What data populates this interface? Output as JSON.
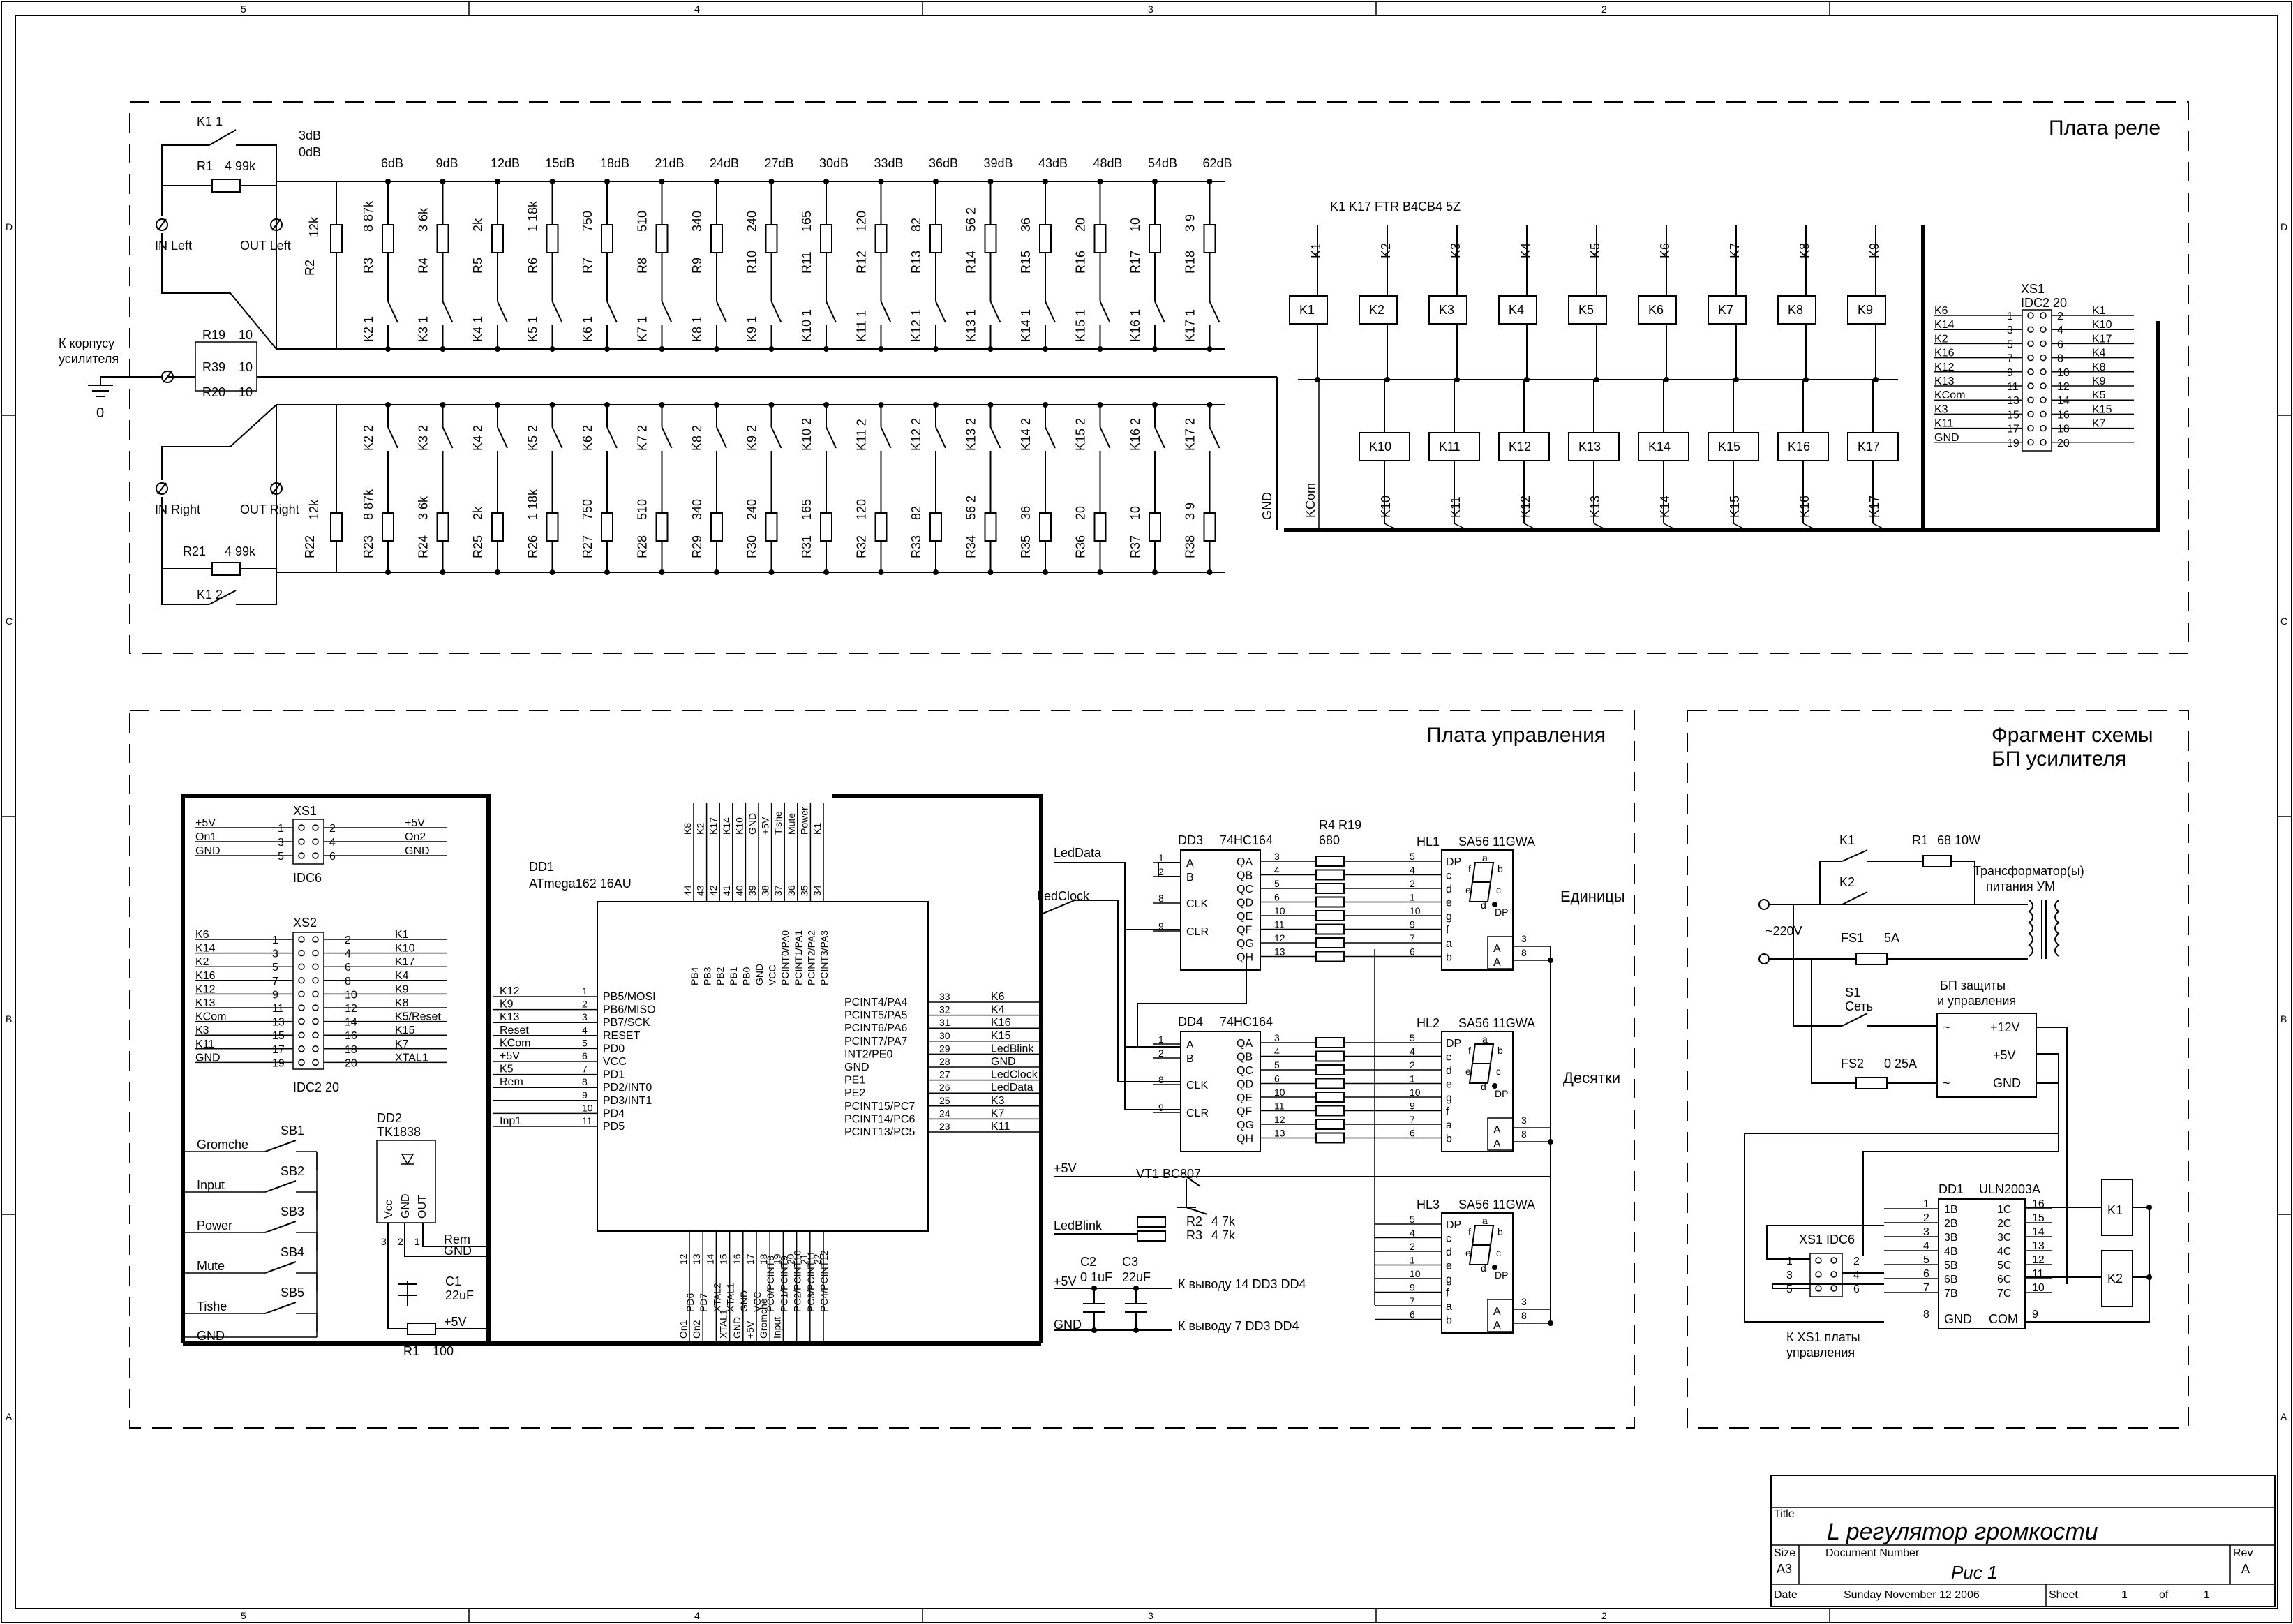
{
  "frame": {
    "zones_top": [
      "5",
      "4",
      "3",
      "2"
    ],
    "zones_bottom": [
      "5",
      "4",
      "3",
      "2"
    ],
    "rows": [
      "D",
      "C",
      "B",
      "A"
    ]
  },
  "sections": {
    "relay_board": "Плата реле",
    "control_board": "Плата управления",
    "psu_fragment_1": "Фрагмент схемы",
    "psu_fragment_2": "БП усилителя"
  },
  "relay": {
    "top_steps": [
      "6dB",
      "9dB",
      "12dB",
      "15dB",
      "18dB",
      "21dB",
      "24dB",
      "27dB",
      "30dB",
      "33dB",
      "36dB",
      "39dB",
      "43dB",
      "48dB",
      "54dB",
      "62dB"
    ],
    "bypass_top": [
      "3dB",
      "0dB"
    ],
    "left_res_names": [
      "R3",
      "R4",
      "R5",
      "R6",
      "R7",
      "R8",
      "R9",
      "R10",
      "R11",
      "R12",
      "R13",
      "R14",
      "R15",
      "R16",
      "R17",
      "R18"
    ],
    "right_res_names": [
      "R23",
      "R24",
      "R25",
      "R26",
      "R27",
      "R28",
      "R29",
      "R30",
      "R31",
      "R32",
      "R33",
      "R34",
      "R35",
      "R36",
      "R37",
      "R38"
    ],
    "res_values": [
      "8 87k",
      "3 6k",
      "2k",
      "1 18k",
      "750",
      "510",
      "340",
      "240",
      "165",
      "120",
      "82",
      "56 2",
      "36",
      "20",
      "10",
      "3 9"
    ],
    "sw_left": [
      "K2 1",
      "K3 1",
      "K4 1",
      "K5 1",
      "K6 1",
      "K7 1",
      "K8 1",
      "K9 1",
      "K10 1",
      "K11 1",
      "K12 1",
      "K13 1",
      "K14 1",
      "K15 1",
      "K16 1",
      "K17 1"
    ],
    "sw_right": [
      "K2 2",
      "K3 2",
      "K4 2",
      "K5 2",
      "K6 2",
      "K7 2",
      "K8 2",
      "K9 2",
      "K10 2",
      "K11 2",
      "K12 2",
      "K13 2",
      "K14 2",
      "K15 2",
      "K16 2",
      "K17 2"
    ],
    "k11": "K1 1",
    "k12": "K1 2",
    "r1": "R1",
    "r1v": "4 99k",
    "r21": "R21",
    "r21v": "4 99k",
    "r2": "R2",
    "r22": "R22",
    "r2v": "12k",
    "r22v": "12k",
    "in_left": "IN Left",
    "out_left": "OUT Left",
    "in_right": "IN Right",
    "out_right": "OUT Right",
    "r19": "R19",
    "r39": "R39",
    "r20": "R20",
    "r10v": "10",
    "r39v": "10",
    "r20v": "10",
    "chassis_1": "К корпусу",
    "chassis_2": "усилителя",
    "zero": "0",
    "gnd": "GND",
    "kcom": "KCom",
    "relay_type": "K1 K17  FTR B4CB4 5Z",
    "top_relays": [
      "K1",
      "K2",
      "K3",
      "K4",
      "K5",
      "K6",
      "K7",
      "K8",
      "K9"
    ],
    "bot_relays": [
      "K10",
      "K11",
      "K12",
      "K13",
      "K14",
      "K15",
      "K16",
      "K17"
    ],
    "xs1_name": "XS1",
    "xs1_type": "IDC2 20",
    "xs1_left": [
      "K6",
      "K14",
      "K2",
      "K16",
      "K12",
      "K13",
      "KCom",
      "K3",
      "K11",
      "GND"
    ],
    "xs1_right": [
      "K1",
      "K10",
      "K17",
      "K4",
      "K8",
      "K9",
      "K5",
      "K15",
      "K7",
      ""
    ],
    "xs1_odd": [
      "1",
      "3",
      "5",
      "7",
      "9",
      "11",
      "13",
      "15",
      "17",
      "19"
    ],
    "xs1_even": [
      "2",
      "4",
      "6",
      "8",
      "10",
      "12",
      "14",
      "16",
      "18",
      "20"
    ]
  },
  "control": {
    "xs1_name": "XS1",
    "xs1_type": "IDC6",
    "xs1_left": [
      "+5V",
      "On1",
      "GND"
    ],
    "xs1_right": [
      "+5V",
      "On2",
      "GND"
    ],
    "xs1_odd": [
      "1",
      "3",
      "5"
    ],
    "xs1_even": [
      "2",
      "4",
      "6"
    ],
    "xs2_name": "XS2",
    "xs2_type": "IDC2 20",
    "xs2_left": [
      "K6",
      "K14",
      "K2",
      "K16",
      "K12",
      "K13",
      "KCom",
      "K3",
      "K11",
      "GND"
    ],
    "xs2_right": [
      "K1",
      "K10",
      "K17",
      "K4",
      "K9",
      "K8",
      "K5/Reset",
      "K15",
      "K7",
      "XTAL1"
    ],
    "buttons": [
      "SB1",
      "SB2",
      "SB3",
      "SB4",
      "SB5"
    ],
    "button_labels": [
      "Gromche",
      "Input",
      "Power",
      "Mute",
      "Tishe",
      "GND"
    ],
    "dd2": "DD2",
    "dd2_type": "TK1838",
    "dd2_pins": [
      "Vcc",
      "GND",
      "OUT"
    ],
    "dd2_nums": [
      "3",
      "2",
      "1"
    ],
    "rem": "Rem",
    "gnd": "GND",
    "plus5": "+5V",
    "c1": "C1",
    "c1v": "22uF",
    "r1": "R1",
    "r1v": "100",
    "dd1": "DD1",
    "dd1_type": "ATmega162 16AU",
    "left_nets": [
      "K12",
      "K9",
      "K13",
      "Reset",
      "KCom",
      "+5V",
      "K5",
      "Rem",
      "",
      "",
      "Inp1"
    ],
    "left_pins": [
      "PB5/MOSI",
      "PB6/MISO",
      "PB7/SCK",
      "RESET",
      "PD0",
      "VCC",
      "PD1",
      "PD2/INT0",
      "PD3/INT1",
      "PD4",
      "PD5"
    ],
    "left_nums": [
      "1",
      "2",
      "3",
      "4",
      "5",
      "6",
      "7",
      "8",
      "9",
      "10",
      "11"
    ],
    "top_nets": [
      "K8",
      "K2",
      "K17",
      "K14",
      "K10",
      "GND",
      "+5V",
      "Tishe",
      "Mute",
      "Power",
      "K1"
    ],
    "top_pins": [
      "PB4",
      "PB3",
      "PB2",
      "PB1",
      "PB0",
      "GND",
      "VCC",
      "PCINT0/PA0",
      "PCINT1/PA1",
      "PCINT2/PA2",
      "PCINT3/PA3"
    ],
    "top_nums": [
      "44",
      "43",
      "42",
      "41",
      "40",
      "39",
      "38",
      "37",
      "36",
      "35",
      "34"
    ],
    "right_pins": [
      "PCINT4/PA4",
      "PCINT5/PA5",
      "PCINT6/PA6",
      "PCINT7/PA7",
      "INT2/PE0",
      "GND",
      "PE1",
      "PE2",
      "PCINT15/PC7",
      "PCINT14/PC6",
      "PCINT13/PC5"
    ],
    "right_nums": [
      "33",
      "32",
      "31",
      "30",
      "29",
      "28",
      "27",
      "26",
      "25",
      "24",
      "23"
    ],
    "right_nets": [
      "K6",
      "K4",
      "K16",
      "K15",
      "LedBlink",
      "GND",
      "LedClock",
      "LedData",
      "K3",
      "K7",
      "K11"
    ],
    "bottom_pins": [
      "PD6",
      "PD7",
      "XTAL2",
      "XTAL1",
      "GND",
      "VCC",
      "PC0/PCINT8",
      "PC1/PCINT9",
      "PC2/PCINT10",
      "PC3/PCINT11",
      "PC4/PCINT12"
    ],
    "bottom_nums": [
      "12",
      "13",
      "14",
      "15",
      "16",
      "17",
      "18",
      "19",
      "20",
      "21",
      "22"
    ],
    "bottom_nets": [
      "On1",
      "On2",
      "",
      "XTAL1",
      "GND",
      "+5V",
      "Gromche",
      "Input",
      "",
      "",
      ""
    ],
    "led_data": "LedData",
    "led_clock": "LedClock",
    "led_blink": "LedBlink",
    "dd3": "DD3",
    "dd4": "DD4",
    "sr_type": "74HC164",
    "sr_left": [
      "A",
      "B",
      "CLK",
      "CLR"
    ],
    "sr_left_nums": [
      "1",
      "2",
      "8",
      "9"
    ],
    "sr_right": [
      "QA",
      "QB",
      "QC",
      "QD",
      "QE",
      "QF",
      "QG",
      "QH"
    ],
    "sr_right_nums": [
      "3",
      "4",
      "5",
      "6",
      "10",
      "11",
      "12",
      "13"
    ],
    "rnet": "R4 R19",
    "rnet_v": "680",
    "hl1": "HL1",
    "hl2": "HL2",
    "hl3": "HL3",
    "disp_type": "SA56 11GWA",
    "disp_pins": [
      "DP",
      "c",
      "d",
      "e",
      "g",
      "f",
      "a",
      "b"
    ],
    "disp_nums": [
      "5",
      "4",
      "2",
      "1",
      "10",
      "9",
      "7",
      "6"
    ],
    "disp_aa": [
      "A",
      "A"
    ],
    "disp_aa_nums": [
      "3",
      "8"
    ],
    "seg_letters": [
      "a",
      "b",
      "c",
      "d",
      "e",
      "f",
      "DP"
    ],
    "units": "Единицы",
    "tens": "Десятки",
    "vt1": "VT1  BC807",
    "r2": "R2",
    "r2v": "4 7k",
    "r3": "R3",
    "r3v": "4 7k",
    "c2": "C2",
    "c2v": "0 1uF",
    "c3": "C3",
    "c3v": "22uF",
    "pin14": "К выводу 14  DD3 DD4",
    "pin7": "К выводу 7  DD3 DD4"
  },
  "psu": {
    "k1": "K1",
    "k2": "K2",
    "r1": "R1",
    "r1v": "68  10W",
    "tr1": "Трансформатор(ы)",
    "tr2": "питания  УМ",
    "v220": "~220V",
    "fs1": "FS1",
    "fs1v": "5A",
    "s1": "S1",
    "s1v": "Сеть",
    "fs2": "FS2",
    "fs2v": "0 25A",
    "bp1": "БП защиты",
    "bp2": "и управления",
    "bp_pins": [
      "~",
      "~",
      "+12V",
      "+5V",
      "GND"
    ],
    "xs1": "XS1  IDC6",
    "xs1_odd": [
      "1",
      "3",
      "5"
    ],
    "xs1_even": [
      "2",
      "4",
      "6"
    ],
    "xs_note1": "К  XS1 платы",
    "xs_note2": "управления",
    "dd1": "DD1",
    "dd1_type": "ULN2003A",
    "uln_left": [
      "1B",
      "2B",
      "3B",
      "4B",
      "5B",
      "6B",
      "7B"
    ],
    "uln_left_nums": [
      "1",
      "2",
      "3",
      "4",
      "5",
      "6",
      "7"
    ],
    "uln_right": [
      "1C",
      "2C",
      "3C",
      "4C",
      "5C",
      "6C",
      "7C"
    ],
    "uln_right_nums": [
      "16",
      "15",
      "14",
      "13",
      "12",
      "11",
      "10"
    ],
    "uln_gnd": "GND",
    "uln_com": "COM",
    "uln_gnd_num": "8",
    "uln_com_num": "9",
    "k1box": "K1",
    "k2box": "K2"
  },
  "title_block": {
    "title_label": "Title",
    "title": "L регулятор громкости",
    "size_label": "Size",
    "size": "A3",
    "docnum_label": "Document Number",
    "docnum": "Рис 1",
    "rev_label": "Rev",
    "rev": "A",
    "date_label": "Date",
    "date": "Sunday  November 12  2006",
    "sheet_label": "Sheet",
    "sheet": "1",
    "of_label": "of",
    "of": "1"
  }
}
